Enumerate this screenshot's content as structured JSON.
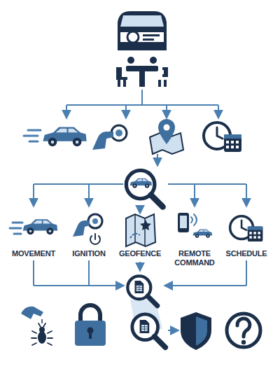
{
  "diagram": {
    "labels": [
      "MOVEMENT",
      "IGNITION",
      "GEOFENCE",
      "REMOTE COMMAND",
      "SCHEDULE"
    ]
  }
}
